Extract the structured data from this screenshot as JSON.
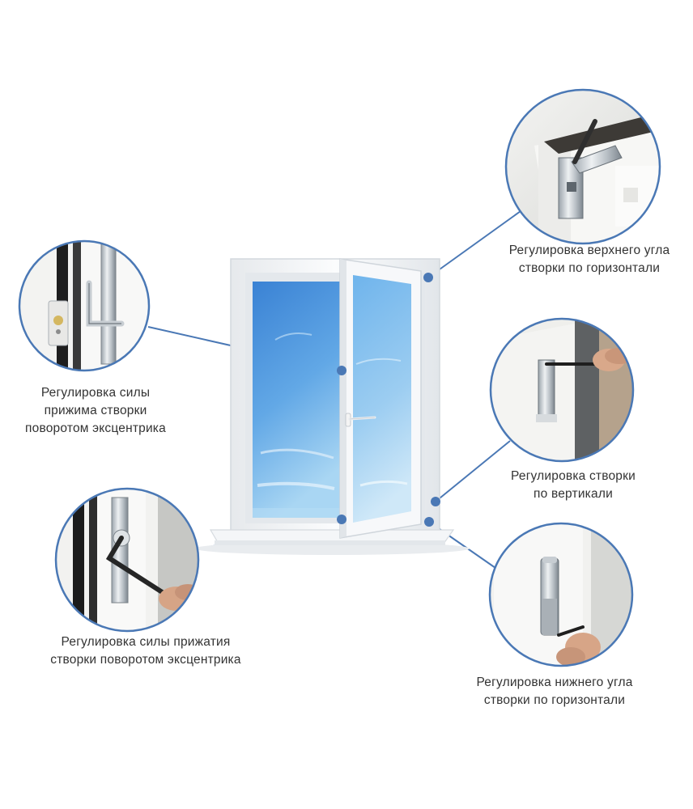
{
  "colors": {
    "accent": "#4a78b5",
    "sky_top": "#3f86d6",
    "sky_bottom": "#9fd0f2",
    "frame": "#f2f4f6",
    "background": "#ffffff"
  },
  "callouts": [
    {
      "id": "top-corner-horizontal",
      "lines": [
        "Регулировка верхнего угла",
        "створки по горизонтали"
      ],
      "icon": "top-hinge-icon"
    },
    {
      "id": "eccentric-clamp-upper",
      "lines": [
        "Регулировка силы",
        "прижима створки",
        "поворотом эксцентрика"
      ],
      "icon": "eccentric-cam-icon"
    },
    {
      "id": "sash-vertical",
      "lines": [
        "Регулировка створки",
        "по вертикали"
      ],
      "icon": "hex-key-hinge-icon"
    },
    {
      "id": "eccentric-clamp-lower",
      "lines": [
        "Регулировка силы прижатия",
        "створки поворотом эксцентрика"
      ],
      "icon": "hex-key-eccentric-icon"
    },
    {
      "id": "bottom-corner-horizontal",
      "lines": [
        "Регулировка нижнего угла",
        "створки по горизонтали"
      ],
      "icon": "bottom-hinge-icon"
    }
  ]
}
